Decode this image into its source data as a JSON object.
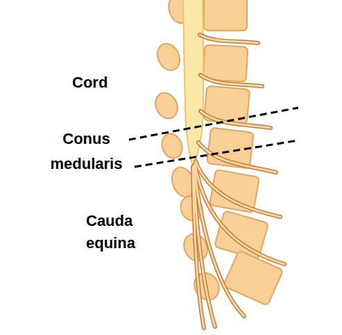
{
  "diagram": {
    "labels": [
      "Cord",
      "Conus medularis",
      "Cauda equina"
    ]
  }
}
